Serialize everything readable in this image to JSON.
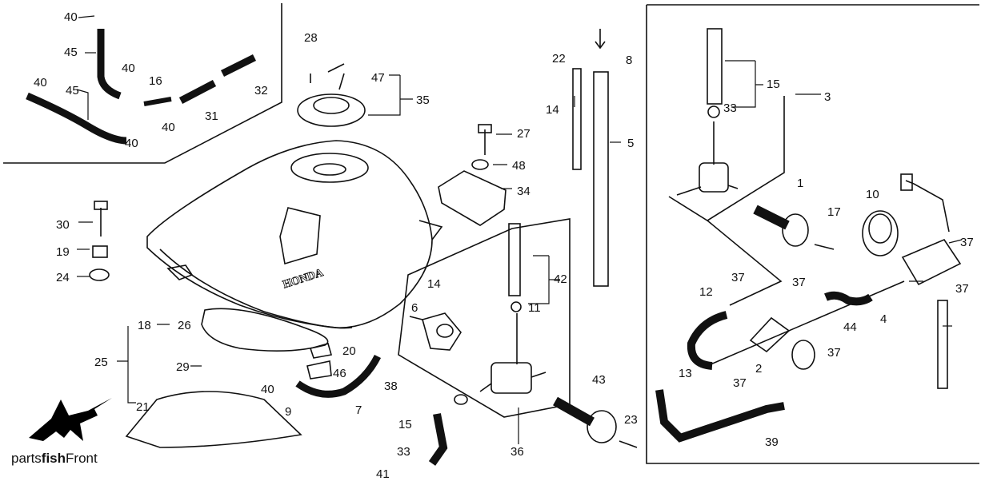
{
  "callouts": [
    "40",
    "45",
    "16",
    "40",
    "40",
    "45",
    "40",
    "40",
    "32",
    "31",
    "28",
    "47",
    "35",
    "27",
    "48",
    "34",
    "30",
    "19",
    "24",
    "18",
    "26",
    "25",
    "29",
    "21",
    "20",
    "40",
    "46",
    "9",
    "38",
    "7",
    "14",
    "6",
    "42",
    "11",
    "36",
    "15",
    "33",
    "41",
    "43",
    "23",
    "22",
    "8",
    "14",
    "5",
    "15",
    "33",
    "3",
    "1",
    "17",
    "10",
    "37",
    "37",
    "12",
    "37",
    "44",
    "37",
    "4",
    "2",
    "37",
    "37",
    "13",
    "39"
  ],
  "logo": {
    "text_regular": "parts",
    "text_bold": "fish",
    "text_end": "Front"
  },
  "tank_emblem": "HONDA"
}
